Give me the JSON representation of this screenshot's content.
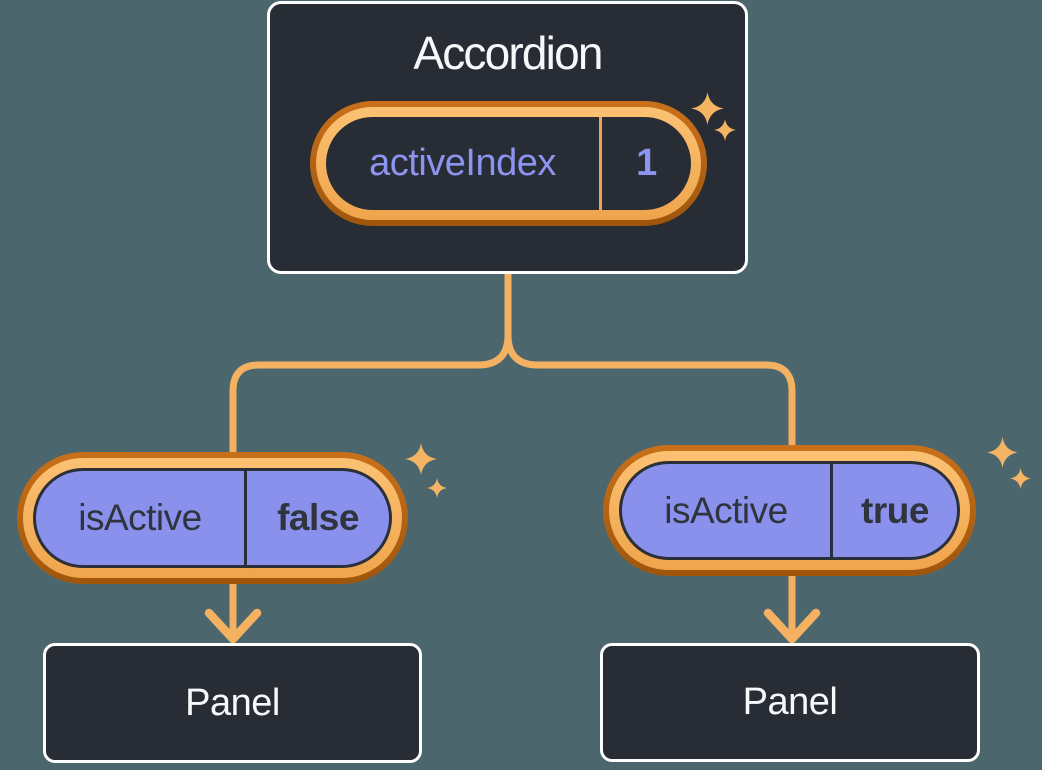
{
  "diagram": {
    "accordion": {
      "title": "Accordion",
      "state": {
        "name": "activeIndex",
        "value": "1"
      }
    },
    "children": [
      {
        "prop_name": "isActive",
        "prop_value": "false",
        "panel_label": "Panel"
      },
      {
        "prop_name": "isActive",
        "prop_value": "true",
        "panel_label": "Panel"
      }
    ]
  },
  "icons": {
    "sparkle": "sparkle-icon",
    "arrow_down": "arrow-down-icon"
  },
  "colors": {
    "background": "#4C666E",
    "card_fill": "#272C35",
    "card_border": "#FFFFFF",
    "text_light": "#F7F8FA",
    "text_dark": "#2F343D",
    "purple_fill": "#8A91EC",
    "purple_text": "#8C94F0",
    "connector_orange": "#F3B161",
    "ring_orange_light": "#F9BC6A",
    "ring_orange_dark": "#A85B0E",
    "state_divider_orange": "#ECA352",
    "sparkle_orange": "#F5B463"
  }
}
